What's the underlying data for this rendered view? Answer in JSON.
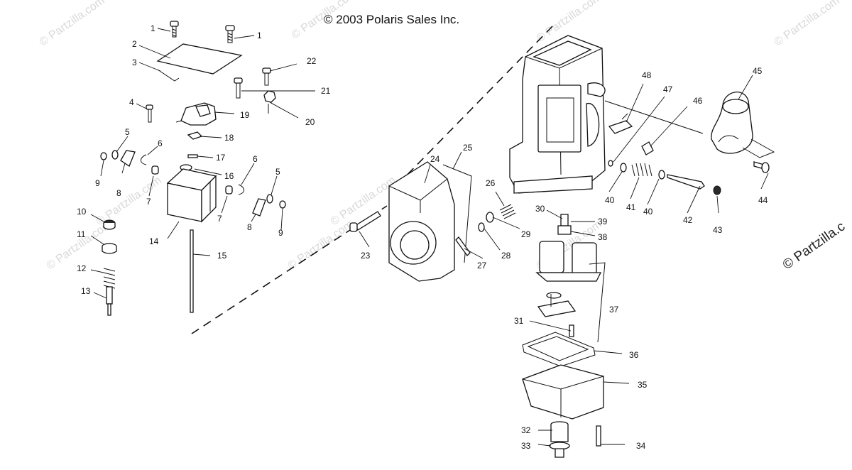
{
  "copyright": "© 2003 Polaris Sales Inc.",
  "watermark": "© Partzilla.com",
  "watermark_side": "© Partzilla.c",
  "callouts": {
    "c1a": "1",
    "c1b": "1",
    "c2": "2",
    "c3": "3",
    "c4": "4",
    "c5a": "5",
    "c5b": "5",
    "c6a": "6",
    "c6b": "6",
    "c7a": "7",
    "c7b": "7",
    "c8a": "8",
    "c8b": "8",
    "c9a": "9",
    "c9b": "9",
    "c10": "10",
    "c11": "11",
    "c12": "12",
    "c13": "13",
    "c14": "14",
    "c15": "15",
    "c16": "16",
    "c17": "17",
    "c18": "18",
    "c19": "19",
    "c20": "20",
    "c21": "21",
    "c22": "22",
    "c23": "23",
    "c24": "24",
    "c25": "25",
    "c26": "26",
    "c27": "27",
    "c28": "28",
    "c29": "29",
    "c30": "30",
    "c31": "31",
    "c32": "32",
    "c33": "33",
    "c34": "34",
    "c35": "35",
    "c36": "36",
    "c37": "37",
    "c38": "38",
    "c39": "39",
    "c40a": "40",
    "c40b": "40",
    "c41": "41",
    "c42": "42",
    "c43": "43",
    "c44": "44",
    "c45": "45",
    "c46": "46",
    "c47": "47",
    "c48": "48"
  }
}
